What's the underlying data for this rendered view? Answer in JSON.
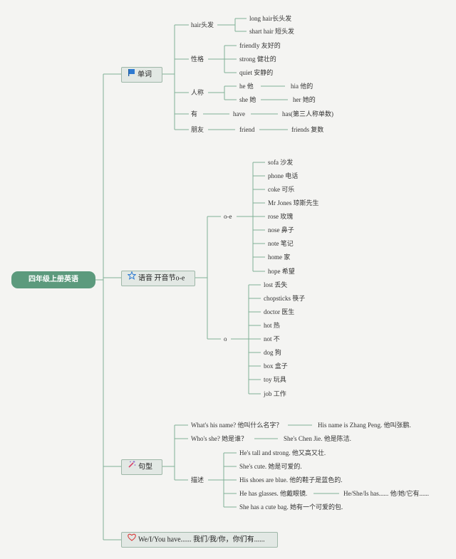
{
  "root": {
    "label": "四年级上册英语"
  },
  "branches": {
    "vocab": {
      "label": "单词",
      "icon": "flag-icon",
      "groups": {
        "hair": {
          "label": "hair头发",
          "items": [
            "long hair长头发",
            "shart hair 短头发"
          ]
        },
        "personality": {
          "label": "性格",
          "items": [
            "friendly 友好的",
            "strong 健壮的",
            "quiet 安静的"
          ]
        },
        "pronoun": {
          "label": "人称",
          "he": {
            "word": "he 他",
            "poss": "hia 他的"
          },
          "she": {
            "word": "she 她",
            "poss": "her 她的"
          }
        },
        "have": {
          "label": "有",
          "word": "have",
          "third": "has(第三人称单数)"
        },
        "friend": {
          "label": "朋友",
          "word": "friend",
          "plural": "friends 复数"
        }
      }
    },
    "phonics": {
      "label": "语音 开音节o-e",
      "icon": "star-icon",
      "oe": {
        "label": "o-e",
        "items": [
          "sofa 沙发",
          "phone 电话",
          "coke 可乐",
          "Mr Jones 琼斯先生",
          "rose 玫瑰",
          "nose 鼻子",
          "note 笔记",
          "home 家",
          "hope 希望"
        ]
      },
      "o": {
        "label": "o",
        "items": [
          "lost 丢失",
          "chopsticks 筷子",
          "doctor 医生",
          "hot 热",
          "not 不",
          "dog 狗",
          "box 盒子",
          "toy 玩具",
          "job 工作"
        ]
      }
    },
    "sentences": {
      "label": "句型",
      "icon": "magic-wand-icon",
      "q1": {
        "q": "What's his name? 他叫什么名字？",
        "a": "His name is Zhang Peng. 他叫张鹏."
      },
      "q2": {
        "q": "Who's she? 她是谁？",
        "a": "She's Chen Jie. 他是陈洁."
      },
      "describe": {
        "label": "描述",
        "items": [
          "He's tall and strong. 他又高又壮.",
          "She's cute. 她是可爱的.",
          "His shoes are blue. 他的鞋子是蓝色的.",
          "He has glasses. 他戴眼镜.",
          "She has a cute bag. 她有一个可爱的包."
        ],
        "extra": "He/She/Is has...... 他/她/它有......"
      }
    },
    "have": {
      "label": "We/I/You have...... 我们/我/你，你们有......",
      "icon": "heart-icon"
    }
  },
  "colors": {
    "line": "#7fb096",
    "root": "#5c9a7d",
    "box": "#e2e8e4"
  }
}
